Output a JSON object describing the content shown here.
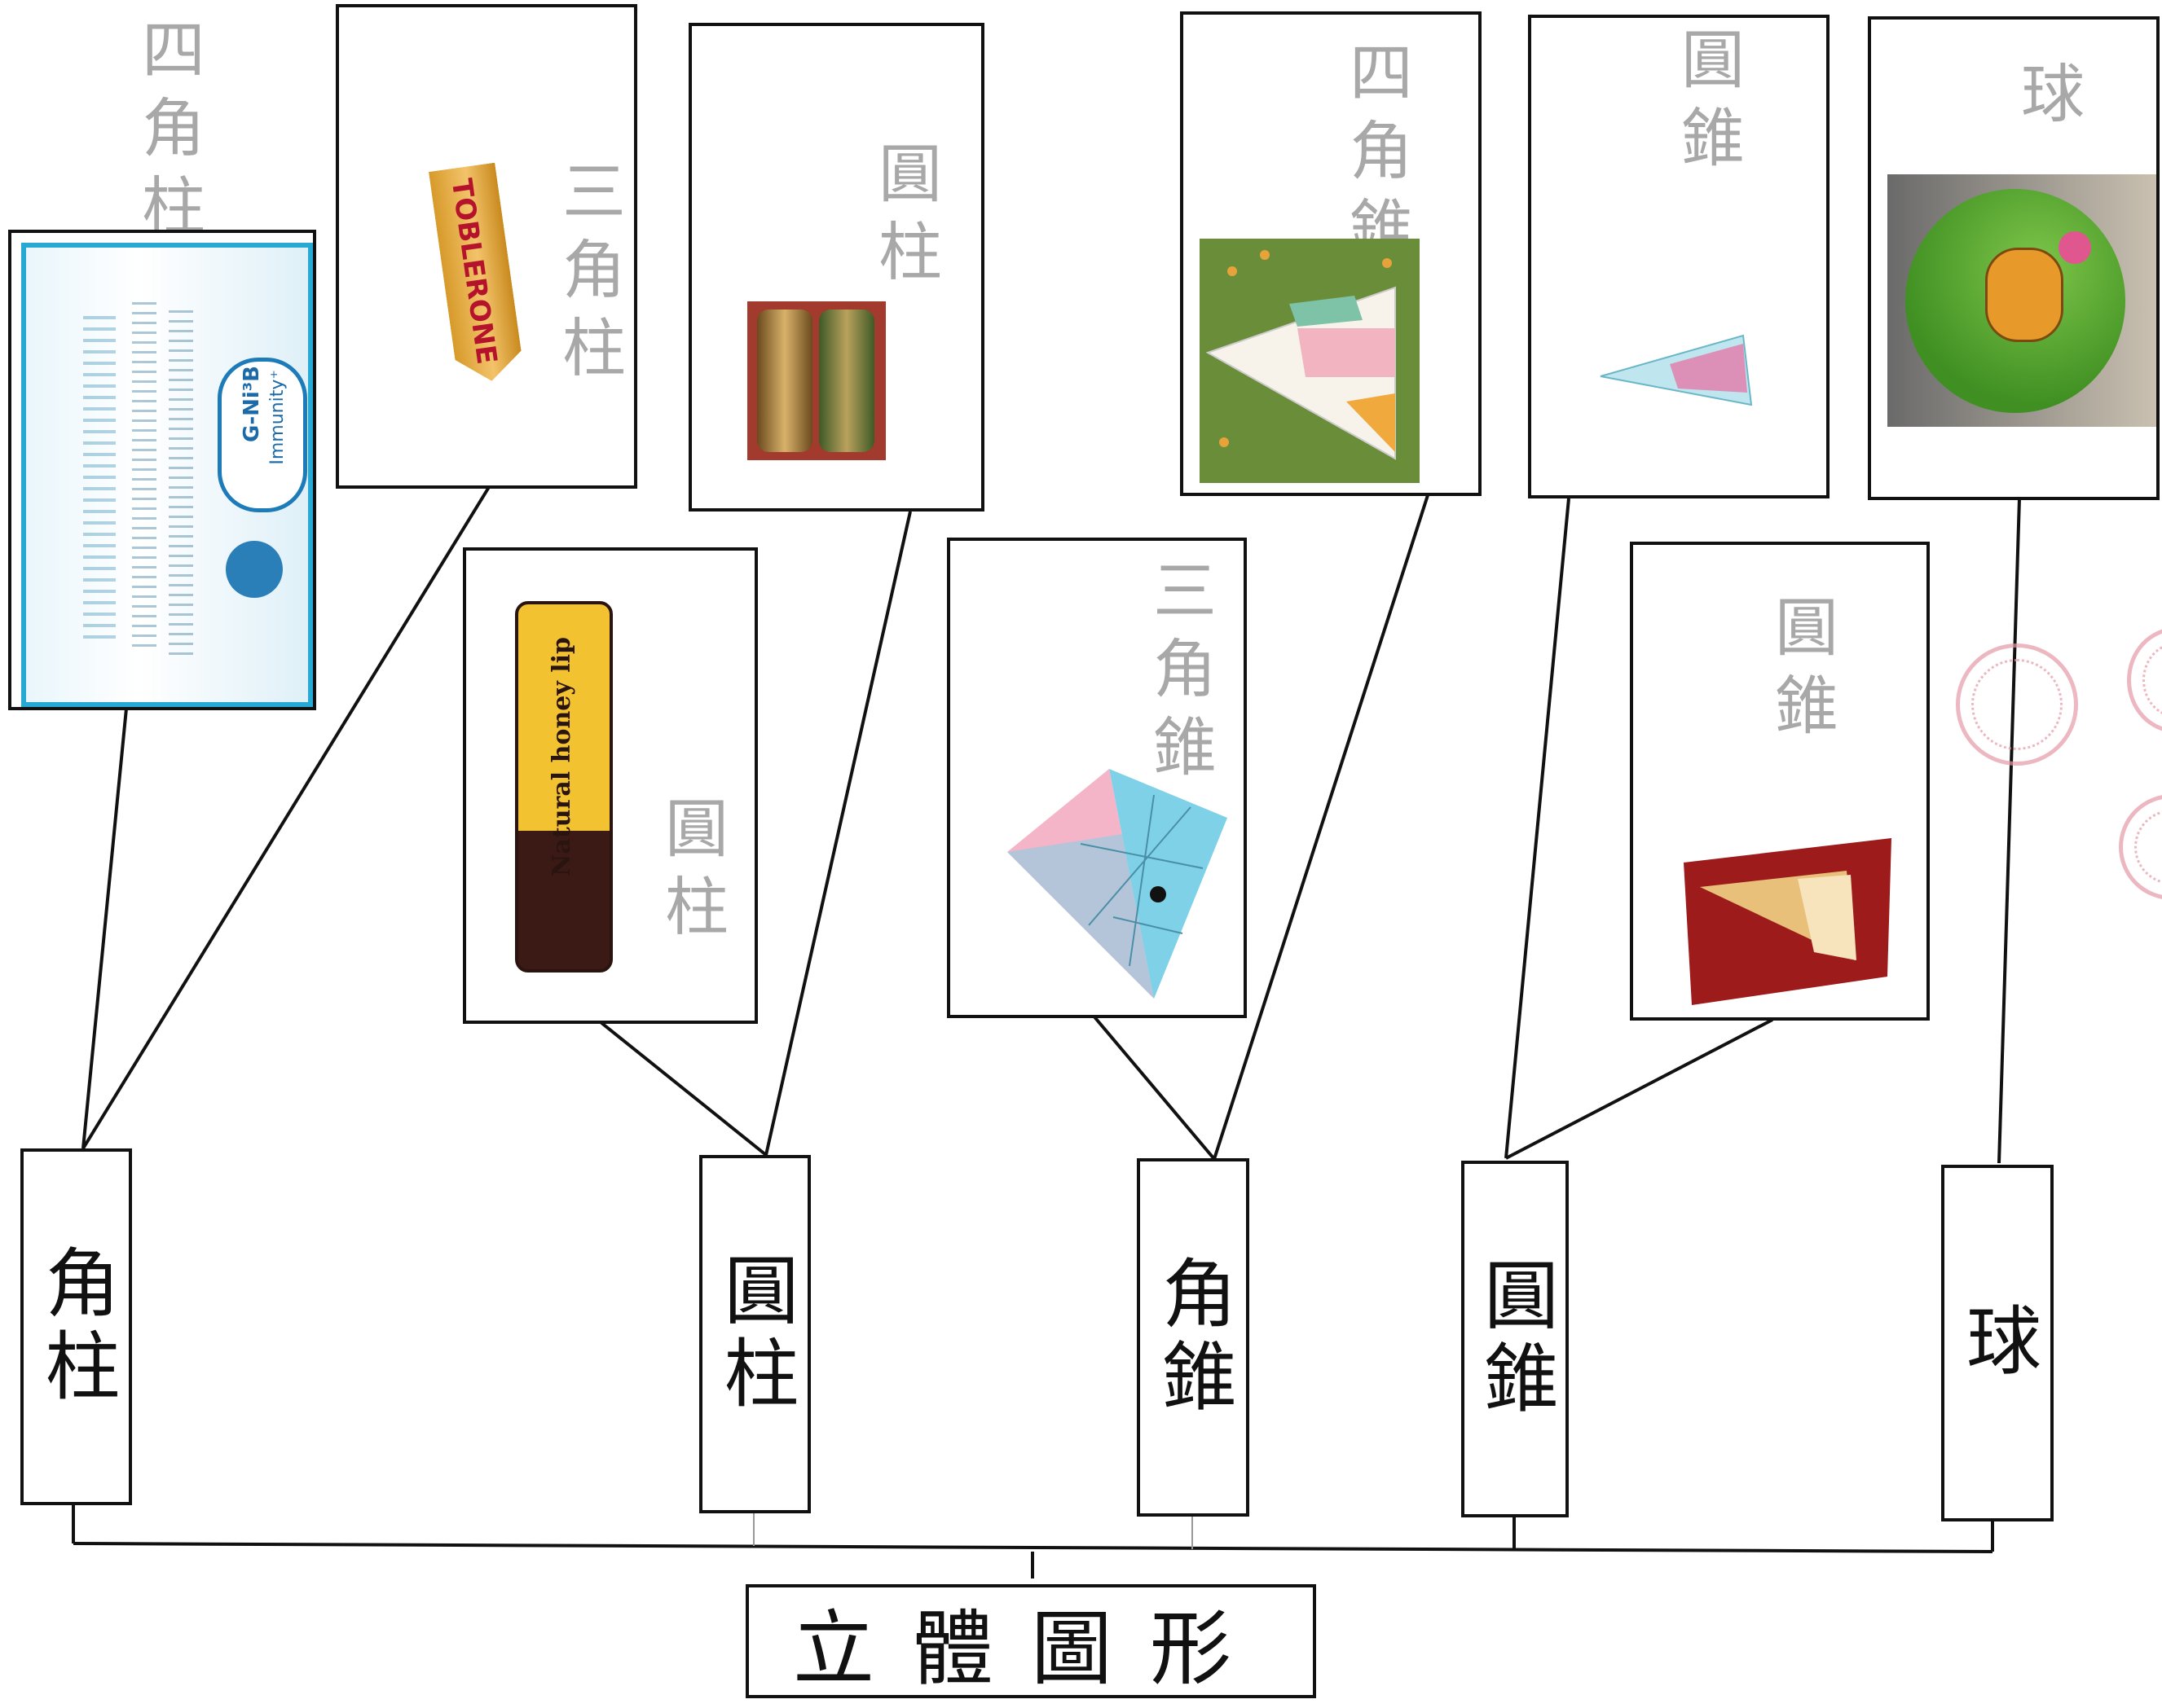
{
  "diagram": {
    "root": "立體圖形",
    "categories": [
      {
        "label": "角柱",
        "examples": [
          {
            "handwritten": "四角柱",
            "picture": "tea-box-icon",
            "visible_text": [
              "G-Ni³B",
              "Immunity⁺"
            ]
          },
          {
            "handwritten": "三角柱",
            "picture": "toblerone-icon",
            "visible_text": [
              "TOBLERONE"
            ]
          }
        ]
      },
      {
        "label": "圓柱",
        "examples": [
          {
            "handwritten": "圓柱",
            "picture": "lip-balm-icon",
            "visible_text": [
              "Natural honey lip"
            ]
          },
          {
            "handwritten": "圓柱",
            "picture": "cans-icon",
            "visible_text": []
          }
        ]
      },
      {
        "label": "角錐",
        "examples": [
          {
            "handwritten": "三角錐",
            "picture": "pyraminx-icon",
            "visible_text": []
          },
          {
            "handwritten": "四角錐",
            "picture": "tent-icon",
            "visible_text": []
          }
        ]
      },
      {
        "label": "圓錐",
        "examples": [
          {
            "handwritten": "圓錐",
            "picture": "cone-ice-cream-icon",
            "visible_text": []
          },
          {
            "handwritten": "圓錐",
            "picture": "paper-cone-icon",
            "visible_text": []
          }
        ]
      },
      {
        "label": "球",
        "examples": [
          {
            "handwritten": "球",
            "picture": "ball-icon",
            "visible_text": []
          }
        ]
      }
    ]
  },
  "colors": {
    "line": "#111111",
    "stamp": "#e59aa7",
    "handwriting": "#9a9a9a"
  }
}
